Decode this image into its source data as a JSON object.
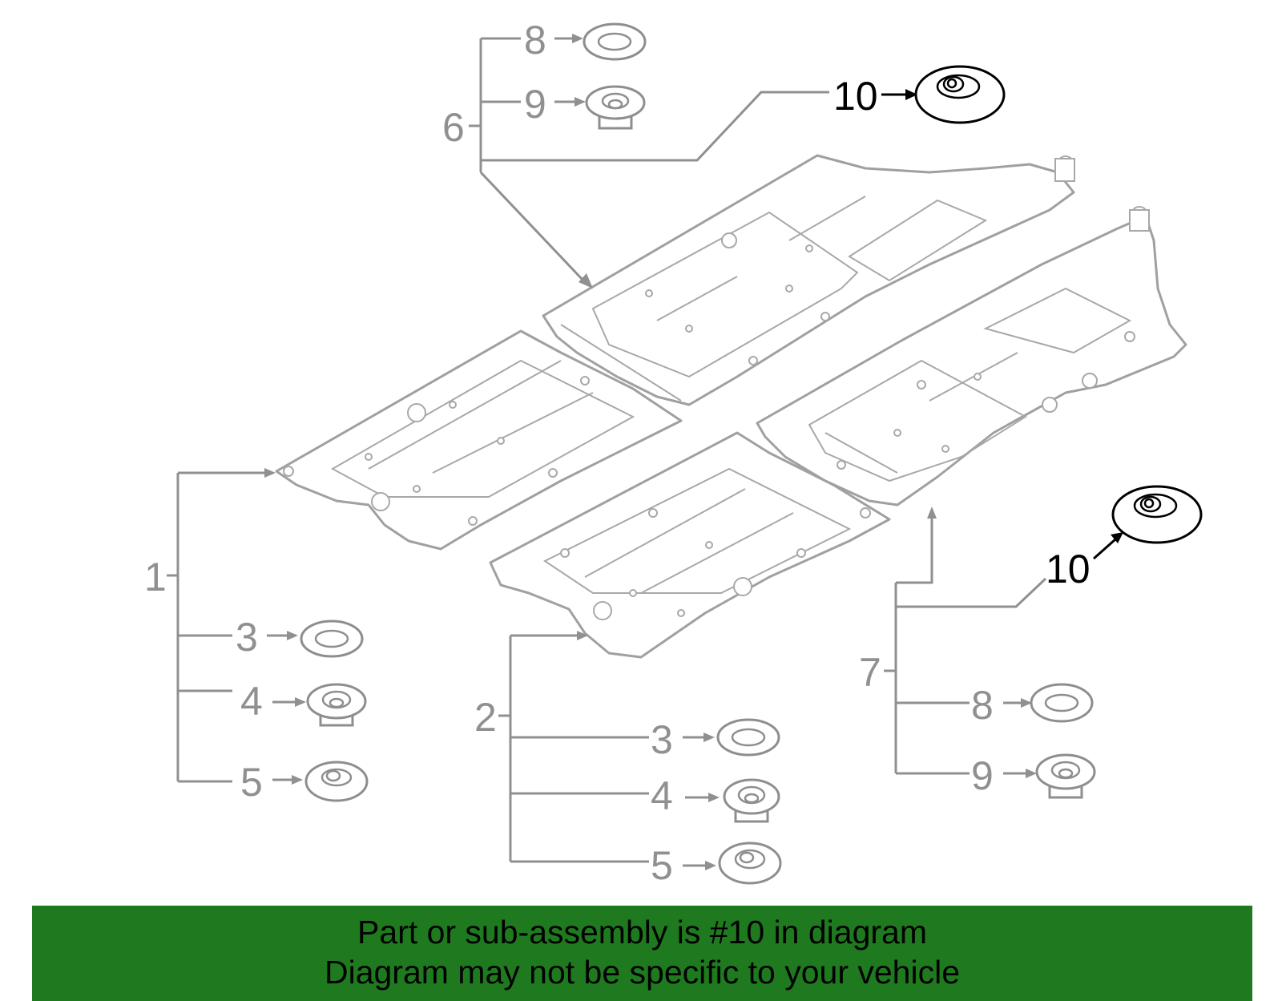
{
  "callouts": {
    "c1": "1",
    "c2": "2",
    "c3a": "3",
    "c3b": "3",
    "c4a": "4",
    "c4b": "4",
    "c5a": "5",
    "c5b": "5",
    "c6": "6",
    "c7": "7",
    "c8a": "8",
    "c8b": "8",
    "c9a": "9",
    "c9b": "9",
    "c10a": "10",
    "c10b": "10"
  },
  "colors": {
    "banner_background": "#1f7a1f",
    "diagram_line": "#909090",
    "highlight": "#000000"
  },
  "banner": {
    "line1": "Part or sub-assembly is #10 in diagram",
    "line2": "Diagram may not be specific to your vehicle"
  }
}
